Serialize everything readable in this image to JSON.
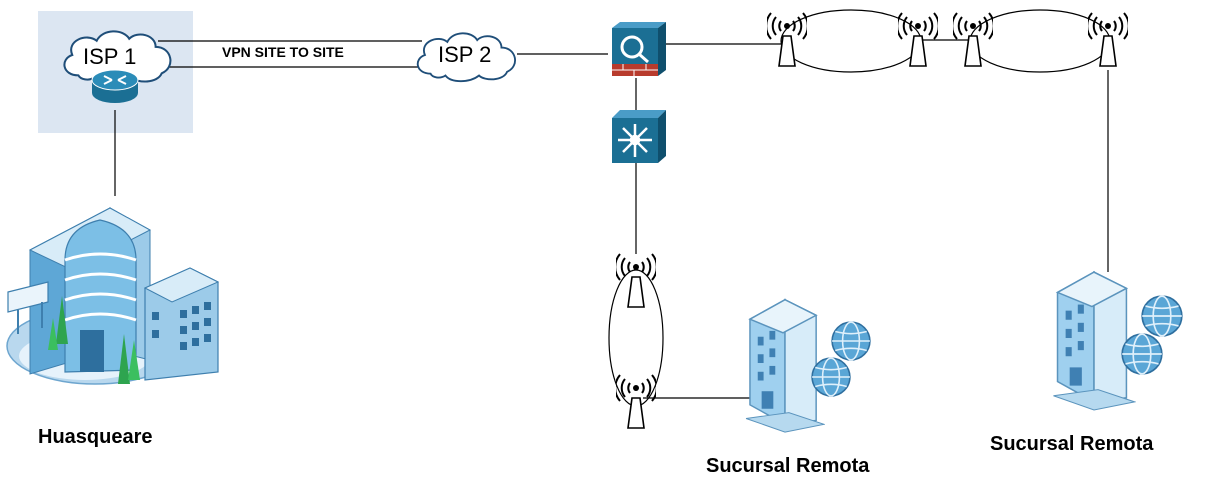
{
  "clouds": {
    "isp1": "ISP 1",
    "isp2": "ISP 2"
  },
  "links": {
    "vpn": "VPN SITE TO SITE"
  },
  "sites": {
    "hq": "Huasqueare",
    "branch1": "Sucursal Remota",
    "branch2": "Sucursal Remota"
  },
  "colors": {
    "isp_box": "#dce6f2",
    "device_fill": "#1b6f94",
    "building_blue": "#6fb3dd",
    "tree_green": "#2ea44f"
  },
  "icons": [
    "cloud-icon",
    "router-icon",
    "firewall-icon",
    "layer3-switch-icon",
    "wireless-antenna-icon",
    "office-building-icon",
    "branch-building-icon",
    "globe-icon"
  ]
}
